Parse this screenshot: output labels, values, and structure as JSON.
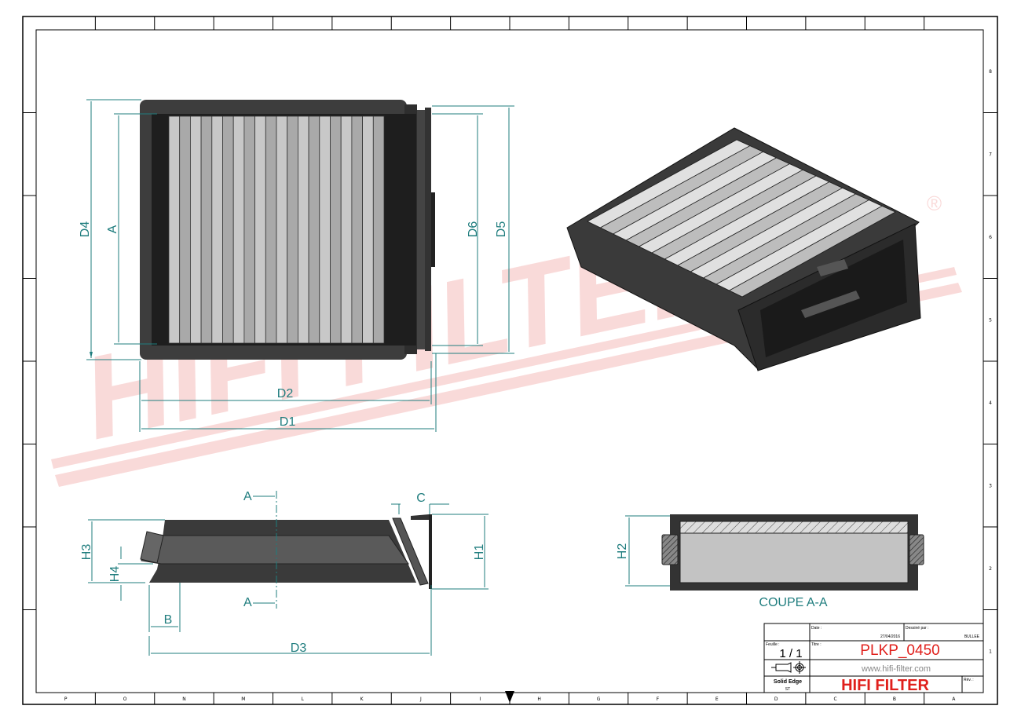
{
  "sheet": {
    "column_labels": [
      "P",
      "O",
      "N",
      "M",
      "L",
      "K",
      "J",
      "I",
      "H",
      "G",
      "F",
      "E",
      "D",
      "C",
      "B",
      "A"
    ],
    "row_labels": [
      "8",
      "7",
      "6",
      "5",
      "4",
      "3",
      "2",
      "1"
    ]
  },
  "watermark": {
    "text": "HIFI FILTER",
    "registered": "®"
  },
  "dimensions": {
    "D1": "D1",
    "D2": "D2",
    "D3": "D3",
    "D4": "D4",
    "D5": "D5",
    "D6": "D6",
    "A": "A",
    "B": "B",
    "C": "C",
    "H1": "H1",
    "H2": "H2",
    "H3": "H3",
    "H4": "H4"
  },
  "section": {
    "marker_top": "A",
    "marker_bottom": "A",
    "caption": "COUPE A-A"
  },
  "title_block": {
    "date_label": "Date :",
    "date_value": "27/04/2016",
    "drawn_by_label": "Dessiné par :",
    "drawn_by_value": "BULLEE",
    "sheet_label": "Feuille :",
    "sheet_value": "1 / 1",
    "title_label": "Titre :",
    "title_value": "PLKP_0450",
    "website": "www.hifi-filter.com",
    "software": "Solid Edge",
    "software_version": "ST",
    "company": "HIFI FILTER",
    "rev_label": "Rév. :"
  },
  "colors": {
    "dimension": "#1f7d7e",
    "brand_red": "#e0201c",
    "part_dark": "#3b3b3b",
    "pleat": "#bfbfbf"
  }
}
